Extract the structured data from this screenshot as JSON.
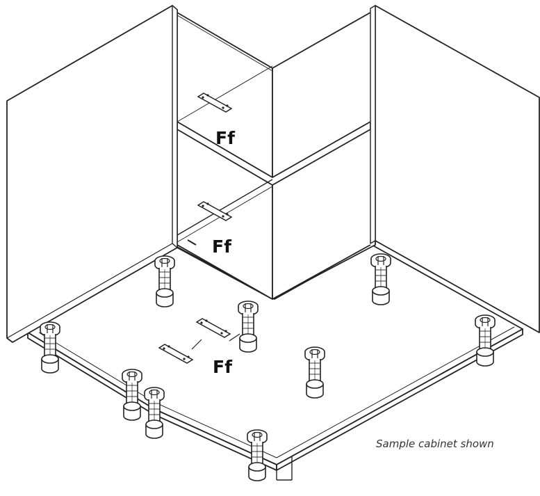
{
  "labels": {
    "fixing_upper": "Ff",
    "fixing_middle": "Ff",
    "fixing_base": "Ff"
  },
  "caption": "Sample cabinet shown"
}
